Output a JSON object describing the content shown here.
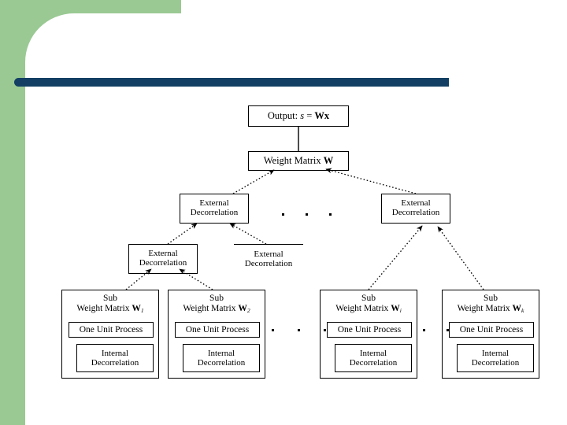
{
  "slide": {
    "background_color": "#ffffff",
    "accent_green": "#9ac993",
    "accent_navy": "#123f63"
  },
  "diagram": {
    "title_node": {
      "prefix": "Output:",
      "variable": "s",
      "equals": "=",
      "expression": "Wx",
      "full_text": "Output: s = Wx"
    },
    "weight_matrix": {
      "label": "Weight Matrix",
      "symbol": "W"
    },
    "external_decorrelation_label_line1": "External",
    "external_decorrelation_label_line2": "Decorrelation",
    "external_nodes": [
      {
        "id": "ext-upper-left",
        "line1": "External",
        "line2": "Decorrelation",
        "bordered": true
      },
      {
        "id": "ext-upper-right",
        "line1": "External",
        "line2": "Decorrelation",
        "bordered": true
      },
      {
        "id": "ext-lower-left",
        "line1": "External",
        "line2": "Decorrelation",
        "bordered": true
      },
      {
        "id": "ext-lower-right",
        "line1": "External",
        "line2": "Decorrelation",
        "bordered": false
      }
    ],
    "sub_units": [
      {
        "id": "sub-1",
        "title_line1": "Sub",
        "title_line2": "Weight Matrix",
        "symbol": "W",
        "subscript": "1",
        "unit_process": "One Unit Process",
        "internal_line1": "Internal",
        "internal_line2": "Decorrelation"
      },
      {
        "id": "sub-2",
        "title_line1": "Sub",
        "title_line2": "Weight Matrix",
        "symbol": "W",
        "subscript": "2",
        "unit_process": "One Unit Process",
        "internal_line1": "Internal",
        "internal_line2": "Decorrelation"
      },
      {
        "id": "sub-i",
        "title_line1": "Sub",
        "title_line2": "Weight Matrix",
        "symbol": "W",
        "subscript": "i",
        "unit_process": "One Unit Process",
        "internal_line1": "Internal",
        "internal_line2": "Decorrelation"
      },
      {
        "id": "sub-k",
        "title_line1": "Sub",
        "title_line2": "Weight Matrix",
        "symbol": "W",
        "subscript": "k",
        "unit_process": "One Unit Process",
        "internal_line1": "Internal",
        "internal_line2": "Decorrelation"
      }
    ],
    "ellipsis_groups": [
      {
        "id": "ellipsis-external-row",
        "dots": 3
      },
      {
        "id": "ellipsis-sub-row-left",
        "dots": 3
      },
      {
        "id": "ellipsis-sub-row-right",
        "dots": 2
      }
    ],
    "connector_style": {
      "solid": "solid",
      "dotted": "dotted"
    }
  }
}
